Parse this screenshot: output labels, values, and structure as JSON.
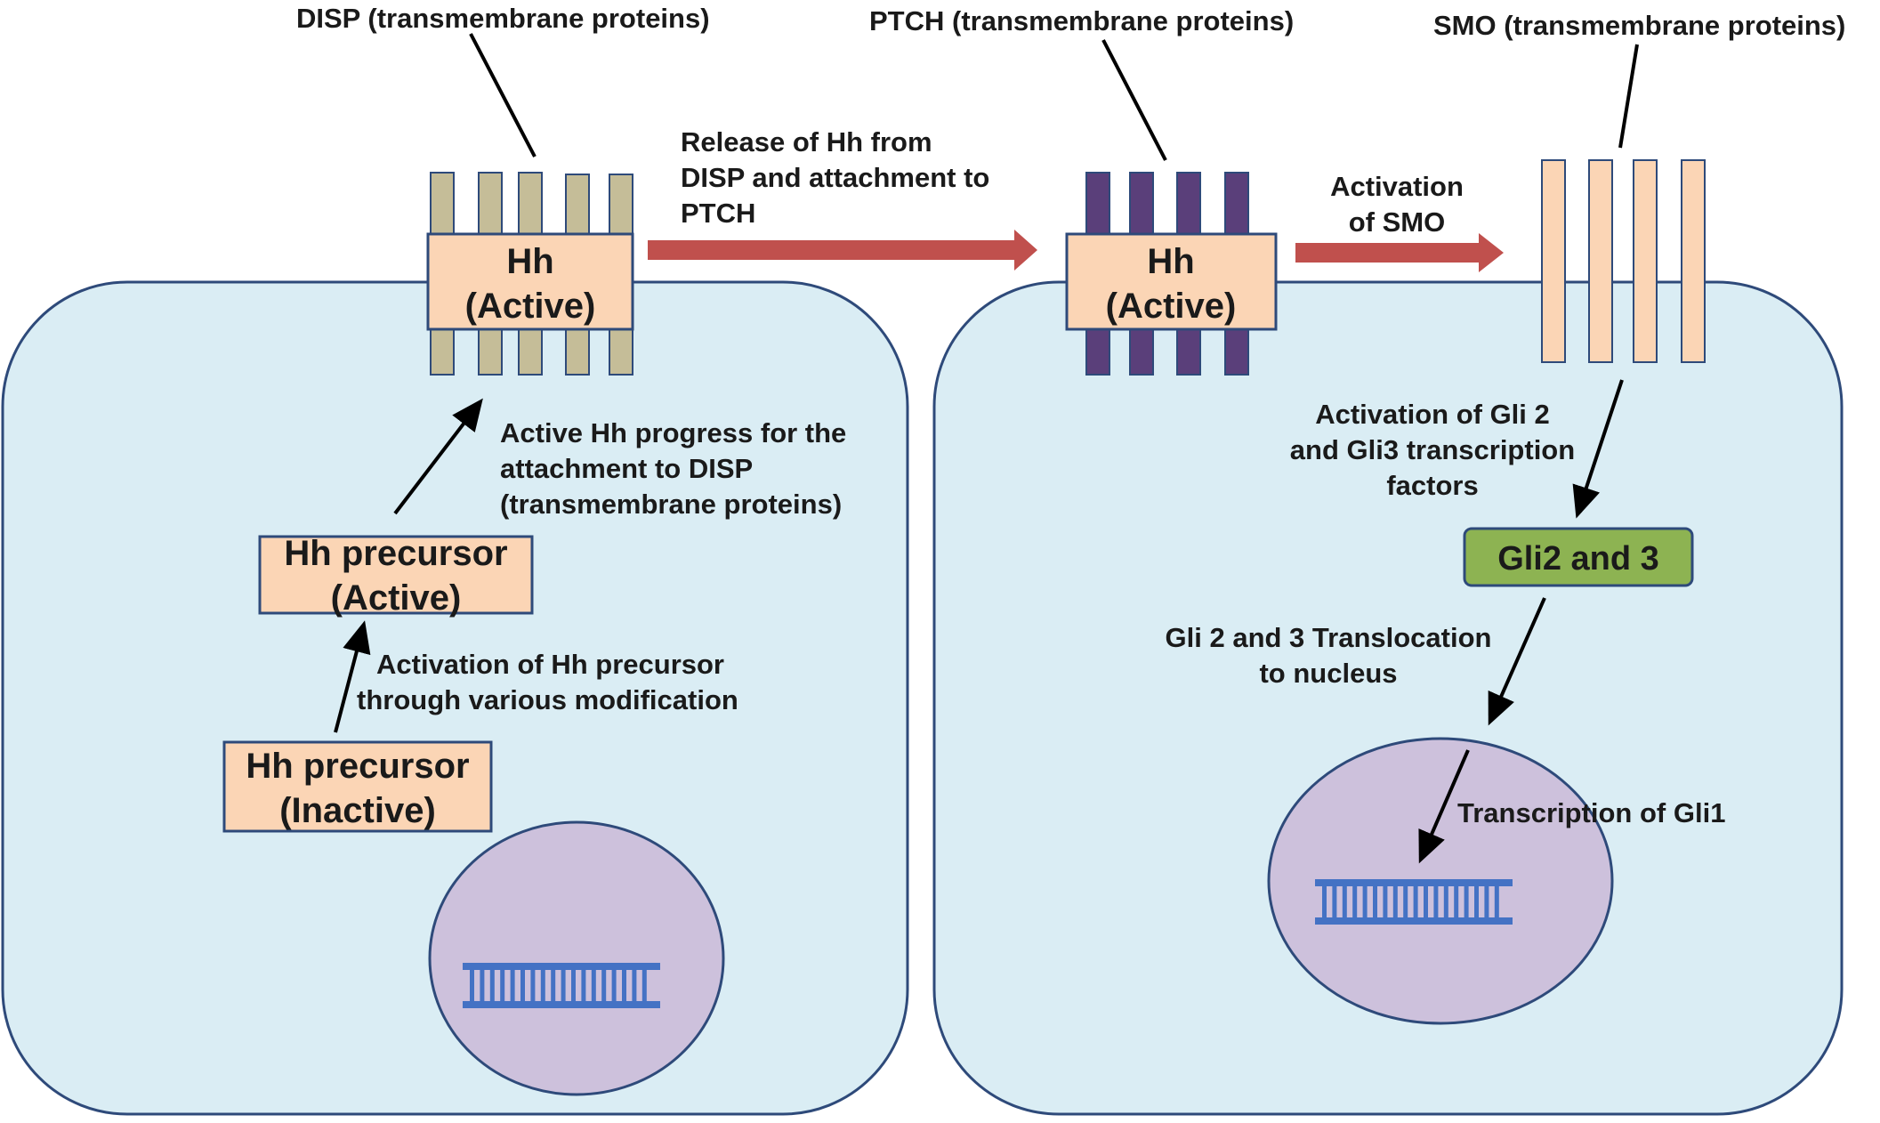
{
  "labels": {
    "disp": "DISP (transmembrane proteins)",
    "ptch": "PTCH (transmembrane proteins)",
    "smo": "SMO (transmembrane proteins)",
    "release_1": "Release of Hh from",
    "release_2": "DISP and attachment to",
    "release_3": "PTCH",
    "act_smo_1": "Activation",
    "act_smo_2": "of SMO",
    "progress_1": "Active Hh progress for the",
    "progress_2": "attachment  to DISP",
    "progress_3": "(transmembrane proteins)",
    "act_prec_1": "Activation of Hh precursor",
    "act_prec_2": "through various modification",
    "act_gli_1": "Activation of Gli 2",
    "act_gli_2": "and Gli3 transcription",
    "act_gli_3": "factors",
    "transloc_1": "Gli 2 and 3 Translocation",
    "transloc_2": "to nucleus",
    "transcription": "Transcription of Gli1"
  },
  "boxes": {
    "hh_disp_1": "Hh",
    "hh_disp_2": "(Active)",
    "hh_ptch_1": "Hh",
    "hh_ptch_2": "(Active)",
    "prec_active_1": "Hh precursor",
    "prec_active_2": "(Active)",
    "prec_inactive_1": "Hh precursor",
    "prec_inactive_2": "(Inactive)",
    "gli": "Gli2 and 3"
  },
  "colors": {
    "cell_fill": "#daedf4",
    "cell_stroke": "#2e4a7a",
    "nucleus_fill": "#cdc1dc",
    "box_fill": "#fbd5b5",
    "gli_fill": "#8db352",
    "disp_fill": "#c5bd98",
    "ptch_fill": "#5a3f7a",
    "smo_fill": "#fbd5b5",
    "arrow_red": "#c0504d",
    "dna": "#4472c4"
  }
}
